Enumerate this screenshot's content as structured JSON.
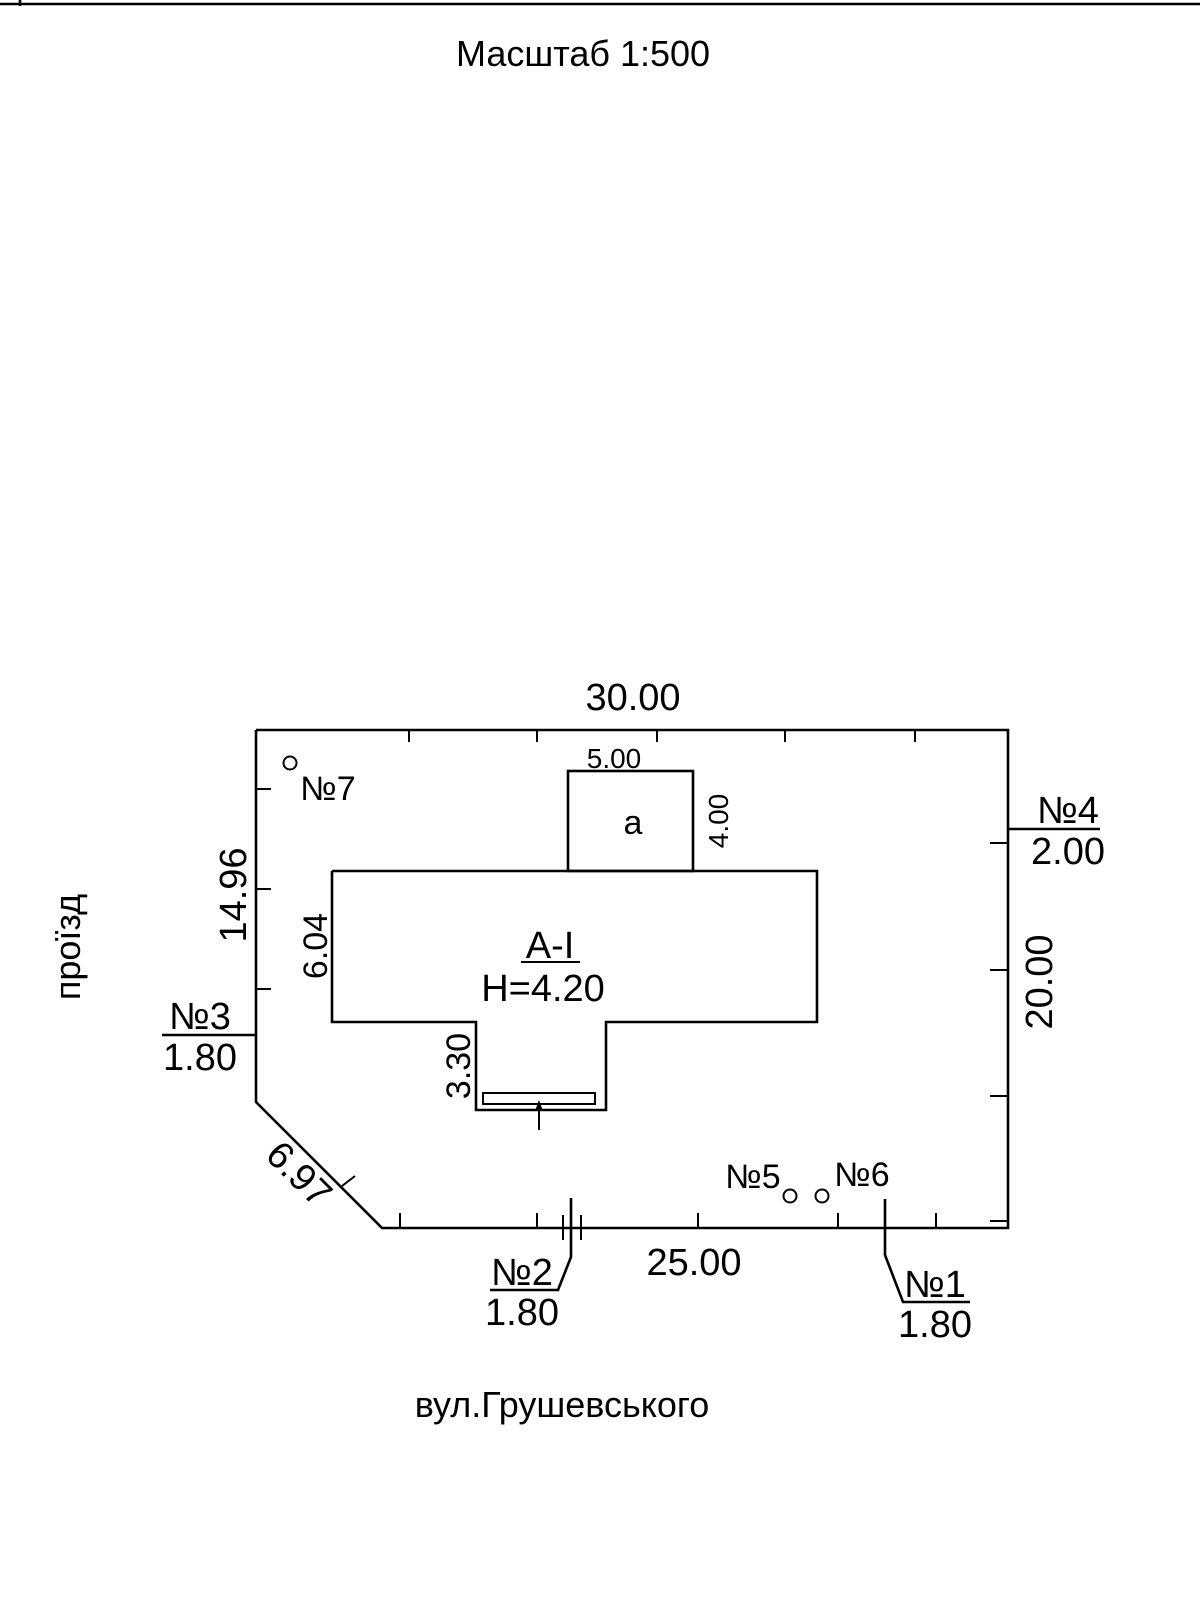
{
  "scale_label": "Масштаб  1:500",
  "street_label": "вул.Грушевського",
  "side_label": "проїзд",
  "plot": {
    "top_length": "30.00",
    "bottom_length": "25.00",
    "left_length": "14.96",
    "right_length": "20.00",
    "corner_length": "6.97"
  },
  "building": {
    "name": "А-І",
    "height": "Н=4.20",
    "depth": "6.04",
    "porch_depth": "3.30"
  },
  "annex": {
    "name": "а",
    "width": "5.00",
    "depth": "4.00"
  },
  "markers": {
    "m1_label": "№1",
    "m1_value": "1.80",
    "m2_label": "№2",
    "m2_value": "1.80",
    "m3_label": "№3",
    "m3_value": "1.80",
    "m4_label": "№4",
    "m4_value": "2.00",
    "m5_label": "№5",
    "m6_label": "№6",
    "m7_label": "№7"
  }
}
